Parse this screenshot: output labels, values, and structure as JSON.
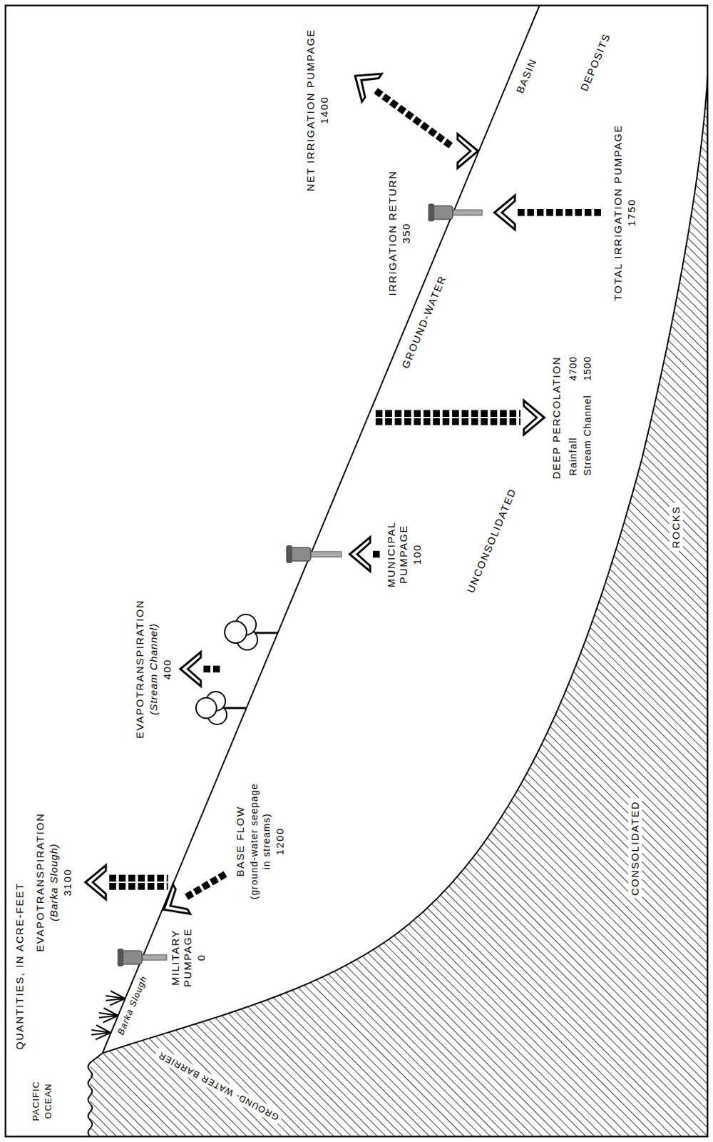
{
  "diagram": {
    "title": "QUANTITIES, IN ACRE-FEET",
    "labels": [
      "EVAPOTRANSPIRATION",
      "(Barka Slough)",
      "3100",
      "Barka Slough",
      "MILITARY PUMPAGE",
      "0",
      "BASE FLOW",
      "(ground-water seepage in streams)",
      "1200",
      "EVAPOTRANSPIRATION",
      "(Stream Channel)",
      "400",
      "MUNICIPAL PUMPAGE",
      "100",
      "DEEP PERCOLATION",
      "Rainfall",
      "4700",
      "Stream Channel",
      "1500",
      "TOTAL IRRIGATION PUMPAGE",
      "1750",
      "IRRIGATION RETURN",
      "350",
      "NET IRRIGATION PUMPAGE",
      "1400",
      "UNCONSOLIDATED",
      "GROUND-WATER",
      "BASIN",
      "DEPOSITS",
      "CONSOLIDATED",
      "ROCKS",
      "GROUND- WATER BARRIER",
      "PACIFIC OCEAN"
    ]
  }
}
